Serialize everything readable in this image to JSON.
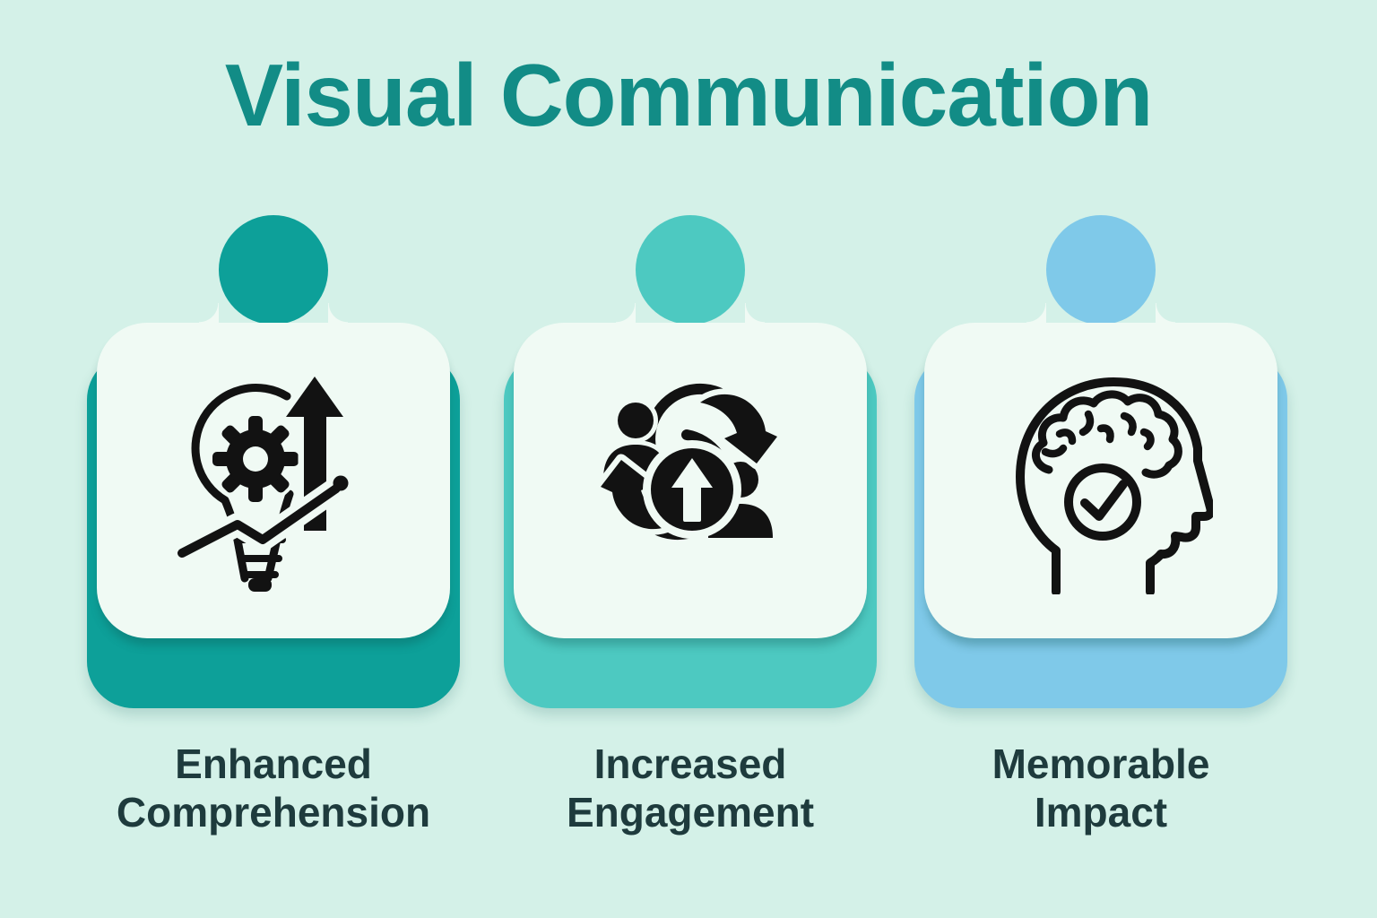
{
  "title": "Visual Communication",
  "theme": {
    "background": "#d4f1e8",
    "title_color": "#128c86",
    "card_background": "#f0faf4",
    "label_color": "#1e3b3d",
    "icon_color": "#121212"
  },
  "cards": [
    {
      "label": "Enhanced Comprehension",
      "accent": "#0da099",
      "icon": "lightbulb-gear-growth-icon"
    },
    {
      "label": "Increased Engagement",
      "accent": "#4dc9c1",
      "icon": "people-cycle-arrows-icon"
    },
    {
      "label": "Memorable Impact",
      "accent": "#7fc9e9",
      "icon": "head-brain-check-icon"
    }
  ]
}
